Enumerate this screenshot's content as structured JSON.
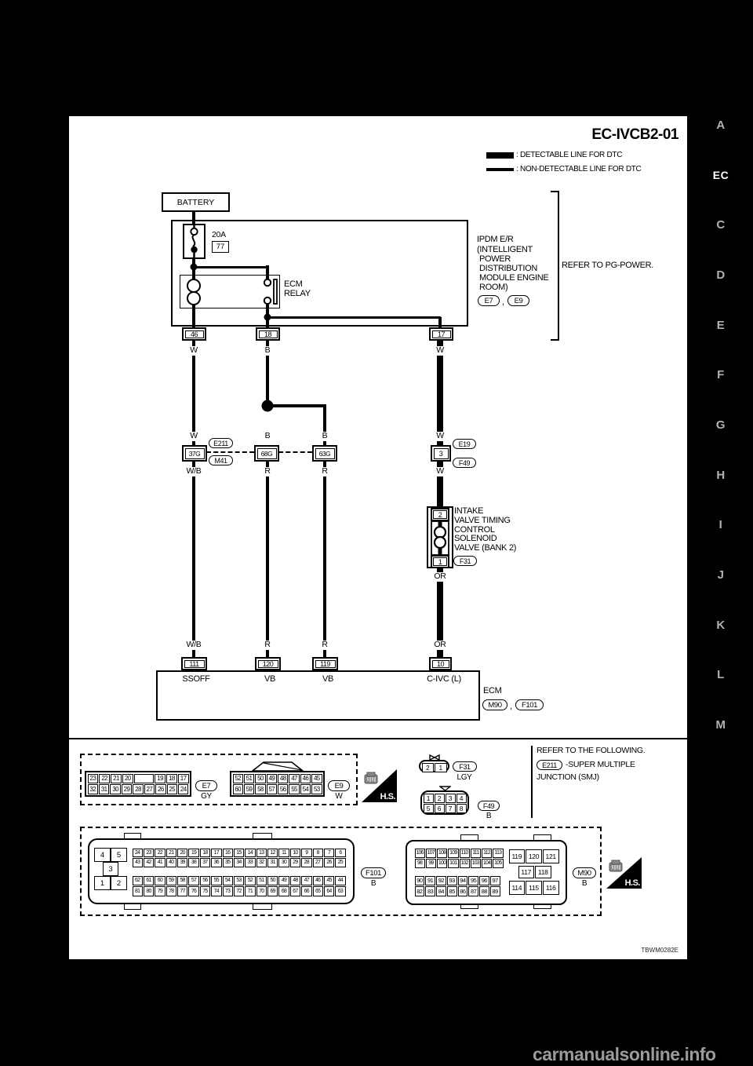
{
  "sidebar": {
    "letters": [
      "A",
      "EC",
      "C",
      "D",
      "E",
      "F",
      "G",
      "H",
      "I",
      "J",
      "K",
      "L",
      "M"
    ],
    "active": "EC"
  },
  "watermark": "carmanualsonline.info",
  "diagram": {
    "title": "EC-IVCB2-01",
    "legend": {
      "detectable": ": DETECTABLE LINE FOR DTC",
      "non_detectable": ": NON-DETECTABLE LINE FOR DTC"
    },
    "battery": "BATTERY",
    "fuse": {
      "rating": "20A",
      "number": "77"
    },
    "relay": {
      "line1": "ECM",
      "line2": "RELAY"
    },
    "ipdm": {
      "lines": [
        "IPDM E/R",
        "(INTELLIGENT",
        "POWER",
        "DISTRIBUTION",
        "MODULE ENGINE",
        "ROOM)"
      ],
      "conn1": "E7",
      "comma": ",",
      "conn2": "E9",
      "refer": "REFER TO PG-POWER."
    },
    "pins_top": {
      "p1": "46",
      "p2": "18",
      "p3": "17"
    },
    "wire_labels_1": {
      "c1": "W",
      "c2": "B",
      "c4": "W"
    },
    "wire_labels_2": {
      "c1": "W",
      "c2": "B",
      "c3": "B",
      "c4": "W"
    },
    "mid_connectors": {
      "c1": "37G",
      "c2": "68G",
      "c3": "63G",
      "c4": "3",
      "oval_top_left": "E211",
      "oval_bottom_left": "M41",
      "oval_top_right": "E19",
      "oval_bottom_right": "F49"
    },
    "wire_labels_3": {
      "c1": "W/B",
      "c2": "R",
      "c3": "R",
      "c4": "W"
    },
    "solenoid": {
      "pin_top": "2",
      "pin_bottom": "1",
      "oval": "F31",
      "wire": "OR",
      "lines": [
        "INTAKE",
        "VALVE TIMING",
        "CONTROL",
        "SOLENOID",
        "VALVE (BANK 2)"
      ]
    },
    "wire_labels_4": {
      "c1": "W/B",
      "c2": "R",
      "c3": "R",
      "c4": "OR"
    },
    "ecm": {
      "pins": {
        "p1": "111",
        "p2": "120",
        "p3": "119",
        "p4": "10"
      },
      "pin_names": {
        "n1": "SSOFF",
        "n2": "VB",
        "n3": "VB",
        "n4": "C-IVC (L)"
      },
      "label": "ECM",
      "conn1": "M90",
      "comma": ",",
      "conn2": "F101"
    }
  },
  "footer": {
    "e7": {
      "id": "E7",
      "color": "GY",
      "rows": [
        [
          "23",
          "22",
          "21",
          "20",
          "",
          "19",
          "18",
          "17"
        ],
        [
          "32",
          "31",
          "30",
          "29",
          "28",
          "27",
          "26",
          "25",
          "24"
        ]
      ]
    },
    "e9": {
      "id": "E9",
      "color": "W",
      "rows": [
        [
          "52",
          "51",
          "50",
          "49",
          "48",
          "47",
          "46",
          "45"
        ],
        [
          "60",
          "59",
          "58",
          "57",
          "56",
          "55",
          "54",
          "53"
        ]
      ]
    },
    "hs_label": "H.S.",
    "f31": {
      "id": "F31",
      "color": "LGY",
      "rows": [
        [
          "2",
          "1"
        ]
      ]
    },
    "f49": {
      "id": "F49",
      "color": "B",
      "rows": [
        [
          "1",
          "2",
          "3",
          "4"
        ],
        [
          "5",
          "6",
          "7",
          "8"
        ]
      ]
    },
    "refer": {
      "line1": "REFER TO THE FOLLOWING.",
      "oval": "E211",
      "line2": "-SUPER MULTIPLE",
      "line3": "JUNCTION (SMJ)"
    },
    "f101": {
      "id": "F101",
      "color": "B",
      "left_top": [
        "4",
        "5"
      ],
      "left_mid": [
        "3"
      ],
      "left_bottom": [
        "1",
        "2"
      ],
      "upper": [
        [
          "24",
          "23",
          "22",
          "21",
          "20",
          "19",
          "18",
          "17",
          "16",
          "15",
          "14",
          "13",
          "12",
          "11",
          "10",
          "9",
          "8",
          "7",
          "6"
        ],
        [
          "43",
          "42",
          "41",
          "40",
          "39",
          "38",
          "37",
          "36",
          "35",
          "34",
          "33",
          "32",
          "31",
          "30",
          "29",
          "28",
          "27",
          "26",
          "25"
        ]
      ],
      "lower": [
        [
          "62",
          "61",
          "60",
          "59",
          "58",
          "57",
          "56",
          "55",
          "54",
          "53",
          "52",
          "51",
          "50",
          "49",
          "48",
          "47",
          "46",
          "45",
          "44"
        ],
        [
          "81",
          "80",
          "79",
          "78",
          "77",
          "76",
          "75",
          "74",
          "73",
          "72",
          "71",
          "70",
          "69",
          "68",
          "67",
          "66",
          "65",
          "64",
          "63"
        ]
      ]
    },
    "m90": {
      "id": "M90",
      "color": "B",
      "upper": [
        [
          "106",
          "107",
          "108",
          "109",
          "110",
          "111",
          "112",
          "113"
        ],
        [
          "98",
          "99",
          "100",
          "101",
          "102",
          "103",
          "104",
          "105"
        ]
      ],
      "lower": [
        [
          "90",
          "91",
          "92",
          "93",
          "94",
          "95",
          "96",
          "97"
        ],
        [
          "82",
          "83",
          "84",
          "85",
          "86",
          "87",
          "88",
          "89"
        ]
      ],
      "right_top": [
        [
          "119",
          "120",
          "121"
        ]
      ],
      "right_mid": [
        [
          "117",
          "118"
        ]
      ],
      "right_bottom": [
        [
          "114",
          "115",
          "116"
        ]
      ]
    },
    "code": "TBWM0282E"
  }
}
